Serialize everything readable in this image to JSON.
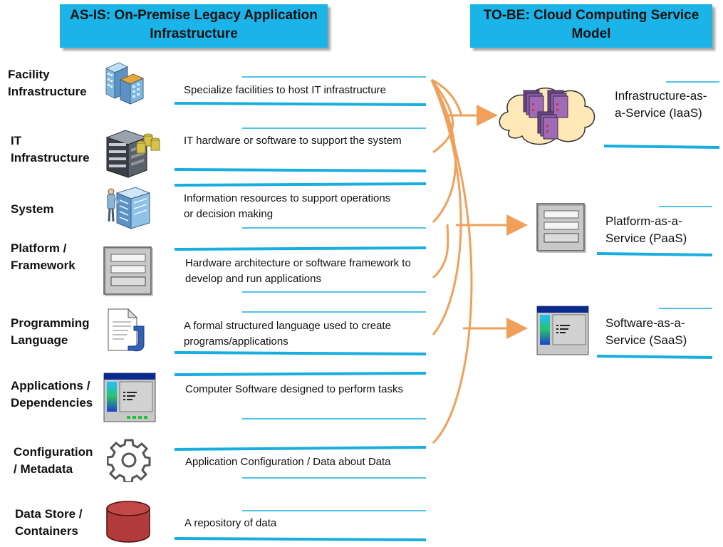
{
  "headers": {
    "as_is": "AS-IS: On-Premise Legacy Application Infrastructure",
    "to_be": "TO-BE: Cloud Computing Service Model"
  },
  "layers": [
    {
      "label": "Facility\nInfrastructure",
      "icon": "datacenter-buildings-icon",
      "description": "Specialize facilities to host IT infrastructure"
    },
    {
      "label": "IT\nInfrastructure",
      "icon": "server-rack-icon",
      "description": "IT hardware or software to support the system"
    },
    {
      "label": "System",
      "icon": "person-with-servers-icon",
      "description": "Information resources to support operations or decision making"
    },
    {
      "label": "Platform /\nFramework",
      "icon": "platform-window-icon",
      "description": "Hardware architecture or software framework to develop and run applications"
    },
    {
      "label": "Programming\nLanguage",
      "icon": "java-document-icon",
      "description": "A formal structured language used to create programs/applications"
    },
    {
      "label": "Applications /\nDependencies",
      "icon": "application-window-icon",
      "description": "Computer Software designed to perform tasks"
    },
    {
      "label": "Configuration\n/ Metadata",
      "icon": "gear-icon",
      "description": "Application Configuration / Data about Data"
    },
    {
      "label": "Data Store /\nContainers",
      "icon": "database-cylinder-icon",
      "description": "A repository of data"
    }
  ],
  "services": [
    {
      "label": "Infrastructure-as-a-Service (IaaS)",
      "icon": "cloud-servers-icon"
    },
    {
      "label": "Platform-as-a-Service (PaaS)",
      "icon": "platform-window-icon"
    },
    {
      "label": "Software-as-a-Service (SaaS)",
      "icon": "application-window-icon"
    }
  ],
  "colors": {
    "header_fill": "#1ab4e8",
    "underline": "#19aee0",
    "arrow": "#f0a05a",
    "database": "#b23a3a"
  }
}
